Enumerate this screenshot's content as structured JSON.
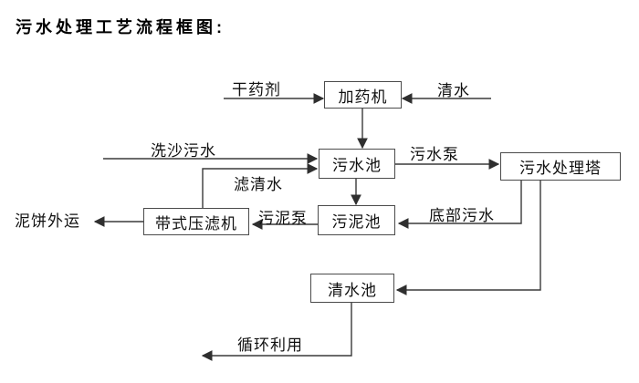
{
  "title": "污水处理工艺流程框图:",
  "nodes": {
    "dosing_machine": {
      "label": "加药机"
    },
    "sewage_pool": {
      "label": "污水池"
    },
    "sewage_treatment_tower": {
      "label": "污水处理塔"
    },
    "sludge_pool": {
      "label": "污泥池"
    },
    "belt_filter_press": {
      "label": "带式压滤机"
    },
    "clean_water_pool": {
      "label": "清水池"
    }
  },
  "edge_labels": {
    "dry_agent": "干药剂",
    "clean_water": "清水",
    "sand_wash_sewage": "洗沙污水",
    "filtered_water": "滤清水",
    "sewage_pump": "污水泵",
    "bottom_sewage": "底部污水",
    "sludge_pump": "污泥泵",
    "mud_cake_out": "泥饼外运",
    "recycle_use": "循环利用"
  },
  "colors": {
    "line": "#3a3a3a",
    "box_border": "#4b4b4b",
    "text": "#111111",
    "background": "#ffffff"
  }
}
